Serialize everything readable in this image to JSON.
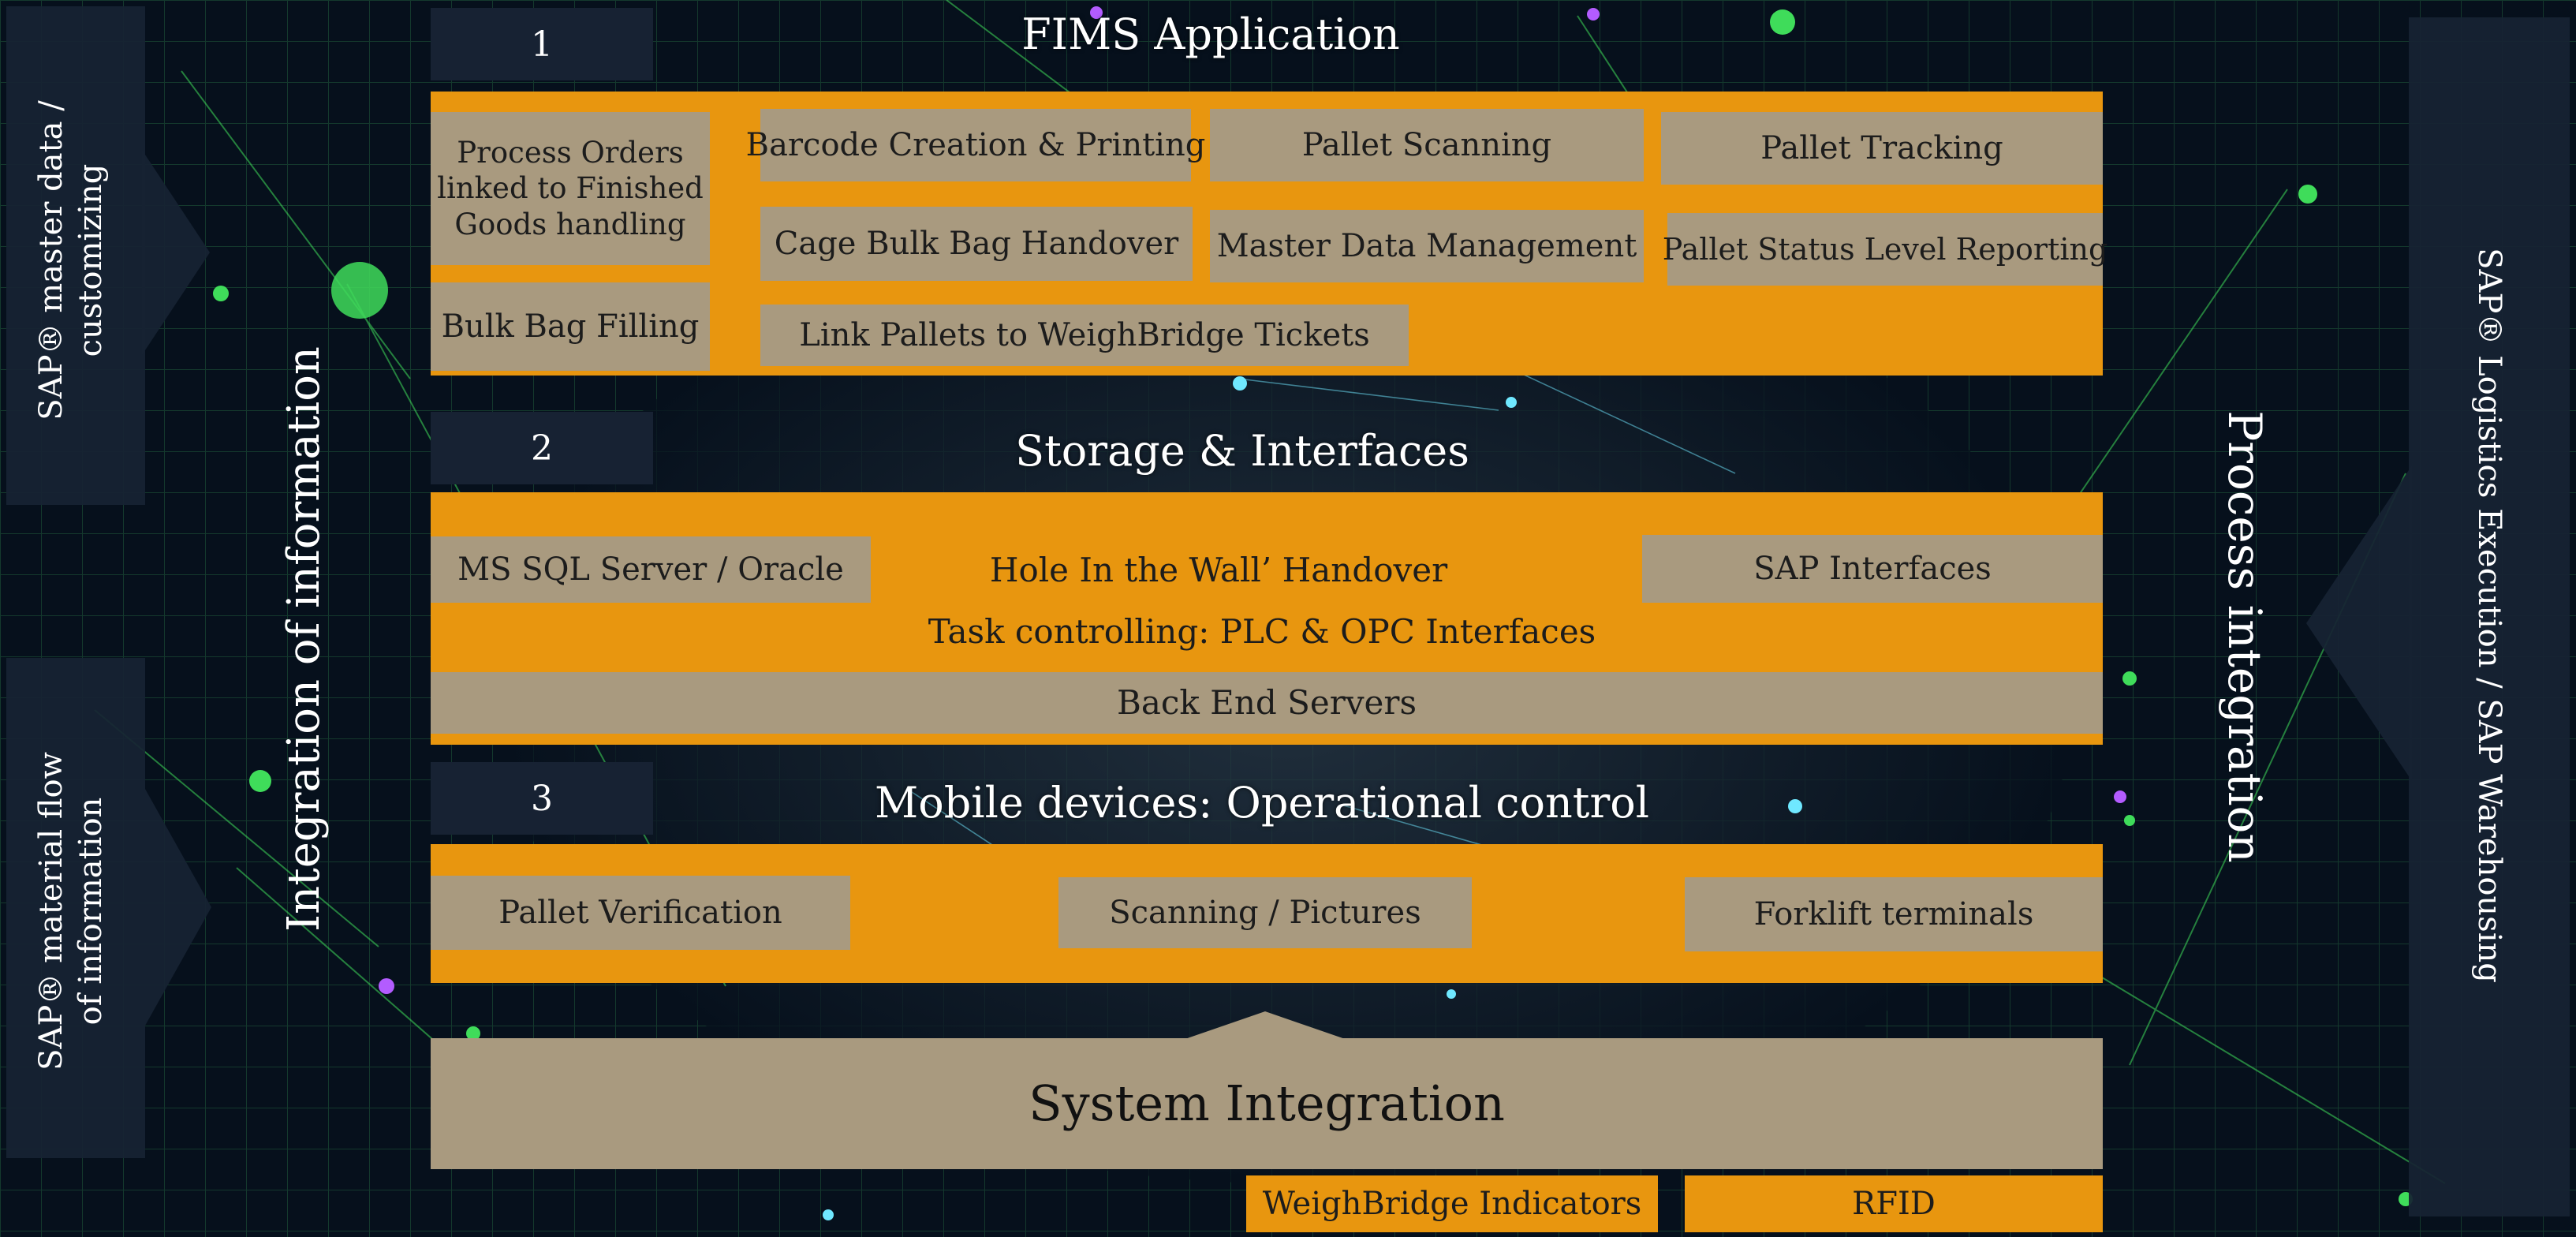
{
  "colors": {
    "navy": "#172233",
    "orange": "#e8960f",
    "tan": "#a99a7f",
    "background": "#06101c",
    "network_green": "#3fdc5a",
    "network_cyan": "#6fe8ff"
  },
  "left_panel": {
    "master_data": "SAP® master data / customizing",
    "material_flow": "SAP® material flow of information",
    "integration_label": "Integration of information"
  },
  "right_panel": {
    "process_integration": "Process integration",
    "logistics": "SAP® Logistics Execution / SAP Warehousing"
  },
  "section1": {
    "number": "1",
    "title": "FIMS Application",
    "items": {
      "process_orders": "Process Orders linked to  Finished Goods handling",
      "barcode": "Barcode Creation & Printing",
      "pallet_scanning": "Pallet Scanning",
      "pallet_tracking": "Pallet Tracking",
      "cage_bulk": "Cage Bulk Bag Handover",
      "master_data_mgmt": "Master Data Management",
      "pallet_status": "Pallet Status Level Reporting",
      "bulk_bag_filling": "Bulk Bag Filling",
      "link_pallets": "Link Pallets to WeighBridge Tickets"
    }
  },
  "section2": {
    "number": "2",
    "title": "Storage & Interfaces",
    "items": {
      "ms_sql": "MS SQL Server / Oracle",
      "hole_in_wall": "Hole In the Wall’ Handover",
      "sap_interfaces": "SAP Interfaces",
      "task_controlling": "Task controlling: PLC &  OPC Interfaces",
      "back_end": "Back End Servers"
    }
  },
  "section3": {
    "number": "3",
    "title": "Mobile devices: Operational control",
    "items": {
      "pallet_verification": "Pallet Verification",
      "scanning_pictures": "Scanning / Pictures",
      "forklift": "Forklift terminals"
    }
  },
  "system_integration": {
    "title": "System Integration",
    "weighbridge": "WeighBridge Indicators",
    "rfid": "RFID"
  }
}
